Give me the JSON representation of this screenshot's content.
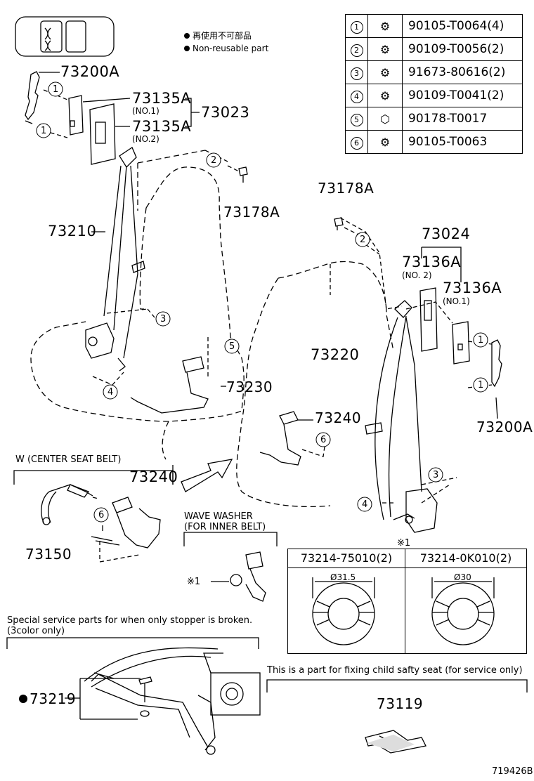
{
  "legend": {
    "jp_label": "再使用不可部品",
    "en_label": "Non-reusable part"
  },
  "fastener_table": [
    {
      "ref": "1",
      "part": "90105-T0064(4)"
    },
    {
      "ref": "2",
      "part": "90109-T0056(2)"
    },
    {
      "ref": "3",
      "part": "91673-80616(2)"
    },
    {
      "ref": "4",
      "part": "90109-T0041(2)"
    },
    {
      "ref": "5",
      "part": "90178-T0017"
    },
    {
      "ref": "6",
      "part": "90105-T0063"
    }
  ],
  "labels": {
    "p73200A_top": "73200A",
    "p73135A_no1": "73135A",
    "no1_paren": "(NO.1)",
    "p73135A_no2": "73135A",
    "no2_paren": "(NO.2)",
    "p73023": "73023",
    "p73178A_left": "73178A",
    "p73210": "73210",
    "p73230": "73230",
    "p73178A_right": "73178A",
    "p73024": "73024",
    "p73136A_no2": "73136A",
    "no2_paren_b": "(NO. 2)",
    "p73136A_no1": "73136A",
    "no1_paren_b": "(NO.1)",
    "p73220": "73220",
    "p73200A_right": "73200A",
    "p73240_right": "73240",
    "p73240_center": "73240",
    "p73150": "73150",
    "p73219": "73219",
    "p73119": "73119",
    "diagram_id": "719426B"
  },
  "callouts": {
    "c1": "1",
    "c2": "2",
    "c3": "3",
    "c4": "4",
    "c5": "5",
    "c6": "6"
  },
  "sections": {
    "center_belt": "W (CENTER SEAT BELT)",
    "wave_washer_1": "WAVE WASHER",
    "wave_washer_2": "(FOR INNER BELT)",
    "ref_mark": "※1",
    "ref_mark_2": "※1",
    "stopper_note_1": "Special service parts for when only stopper is broken.",
    "stopper_note_2": "(3color only)",
    "child_seat_note": "This is a part for fixing child safty seat (for service only)"
  },
  "washers": [
    {
      "part": "73214-75010(2)",
      "diameter": "Ø31.5"
    },
    {
      "part": "73214-0K010(2)",
      "diameter": "Ø30"
    }
  ]
}
